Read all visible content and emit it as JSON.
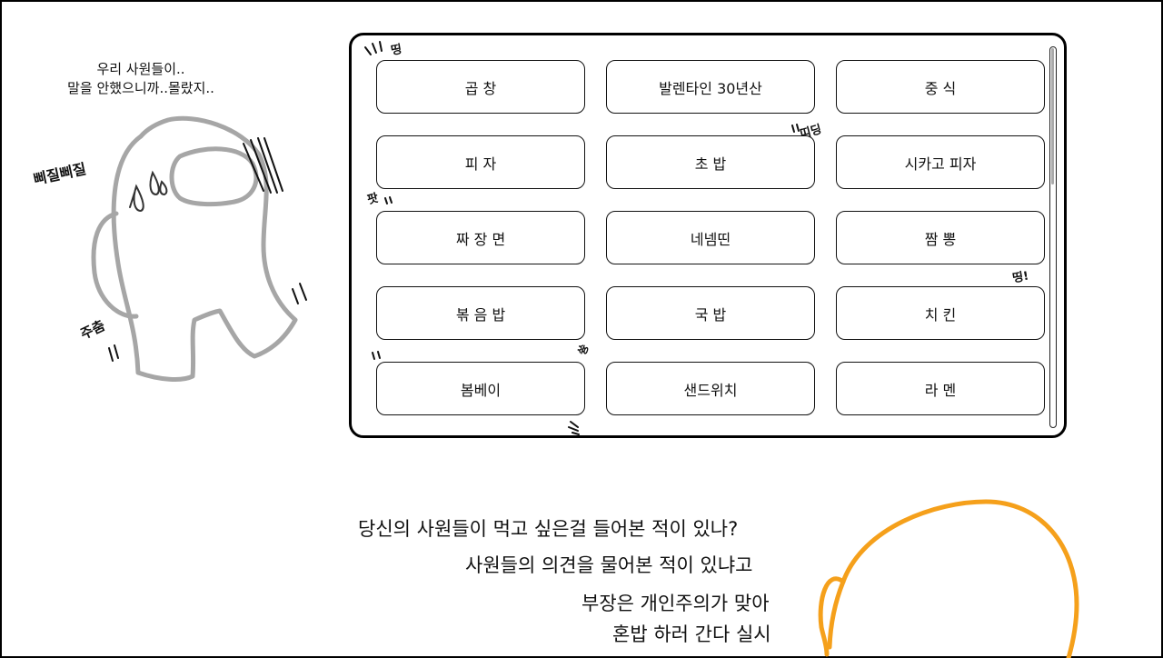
{
  "speech": {
    "line1": "우리 사원들이..",
    "line2": "말을 안했으니까..몰랐지.."
  },
  "sfx": {
    "sneak": "삐질삐질",
    "cringe": "주춤",
    "ting1": "띵",
    "ting2": "띠딩",
    "pop": "팟",
    "ding": "띵!",
    "slip": "쓩"
  },
  "menu": {
    "items": [
      {
        "label": "곱 창"
      },
      {
        "label": "발렌타인 30년산"
      },
      {
        "label": "중 식"
      },
      {
        "label": "피 자"
      },
      {
        "label": "초 밥"
      },
      {
        "label": "시카고 피자"
      },
      {
        "label": "짜 장 면"
      },
      {
        "label": "네넴띤"
      },
      {
        "label": "짬 뽕"
      },
      {
        "label": "볶 음 밥"
      },
      {
        "label": "국 밥"
      },
      {
        "label": "치 킨"
      },
      {
        "label": "봄베이"
      },
      {
        "label": "샌드위치"
      },
      {
        "label": "라 멘"
      }
    ]
  },
  "caption": {
    "line1": "당신의 사원들이 먹고 싶은걸 들어본 적이 있나?",
    "line2": "사원들의 의견을 물어본 적이 있냐고",
    "line3": "부장은 개인주의가 맞아",
    "line4": "혼밥 하러 간다 실시"
  },
  "colors": {
    "character_outline": "#a6a6a6",
    "boss_outline": "#f5a01b"
  }
}
